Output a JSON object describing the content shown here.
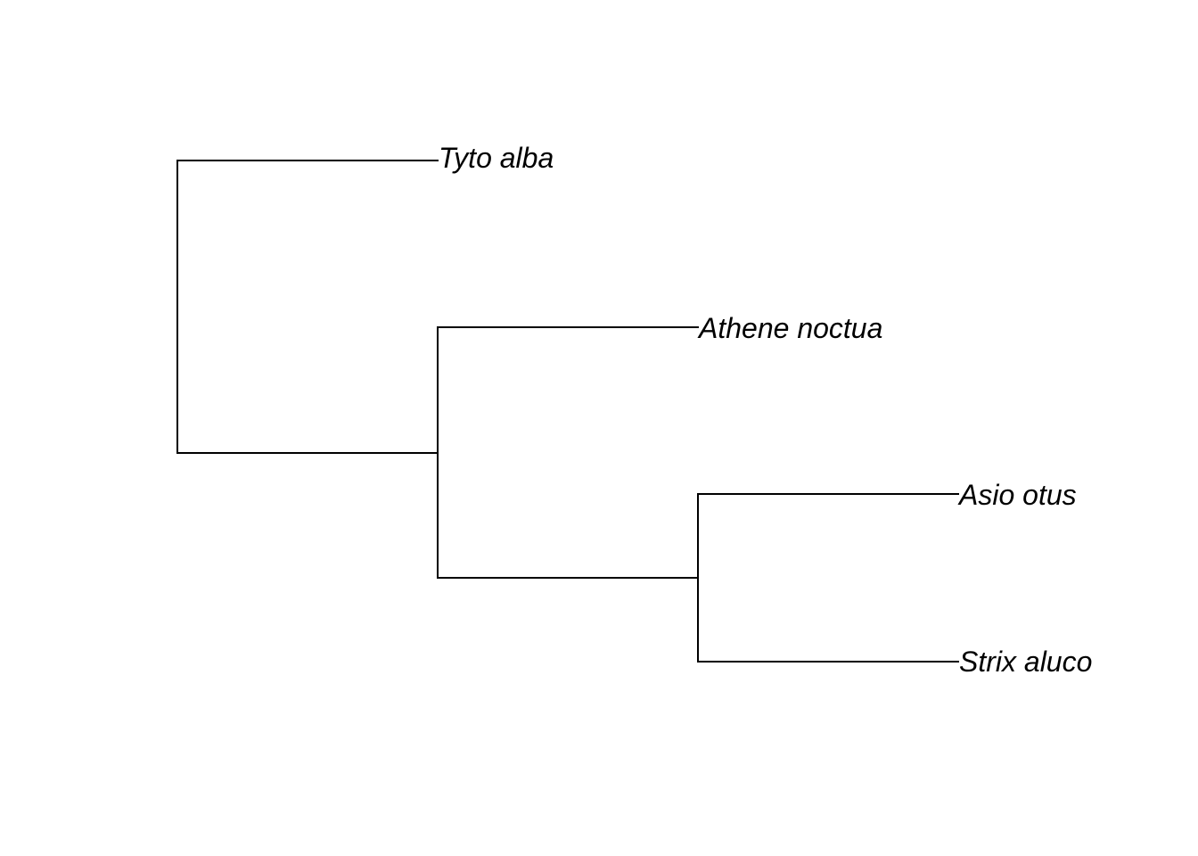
{
  "tree": {
    "tips": [
      {
        "id": "tyto",
        "label": "Tyto alba"
      },
      {
        "id": "athene",
        "label": "Athene noctua"
      },
      {
        "id": "asio",
        "label": "Asio otus"
      },
      {
        "id": "strix",
        "label": "Strix aluco"
      }
    ],
    "topology": "(Tyto alba,(Athene noctua,(Asio otus,Strix aluco)))",
    "line_color": "#000000",
    "background": "#ffffff"
  }
}
